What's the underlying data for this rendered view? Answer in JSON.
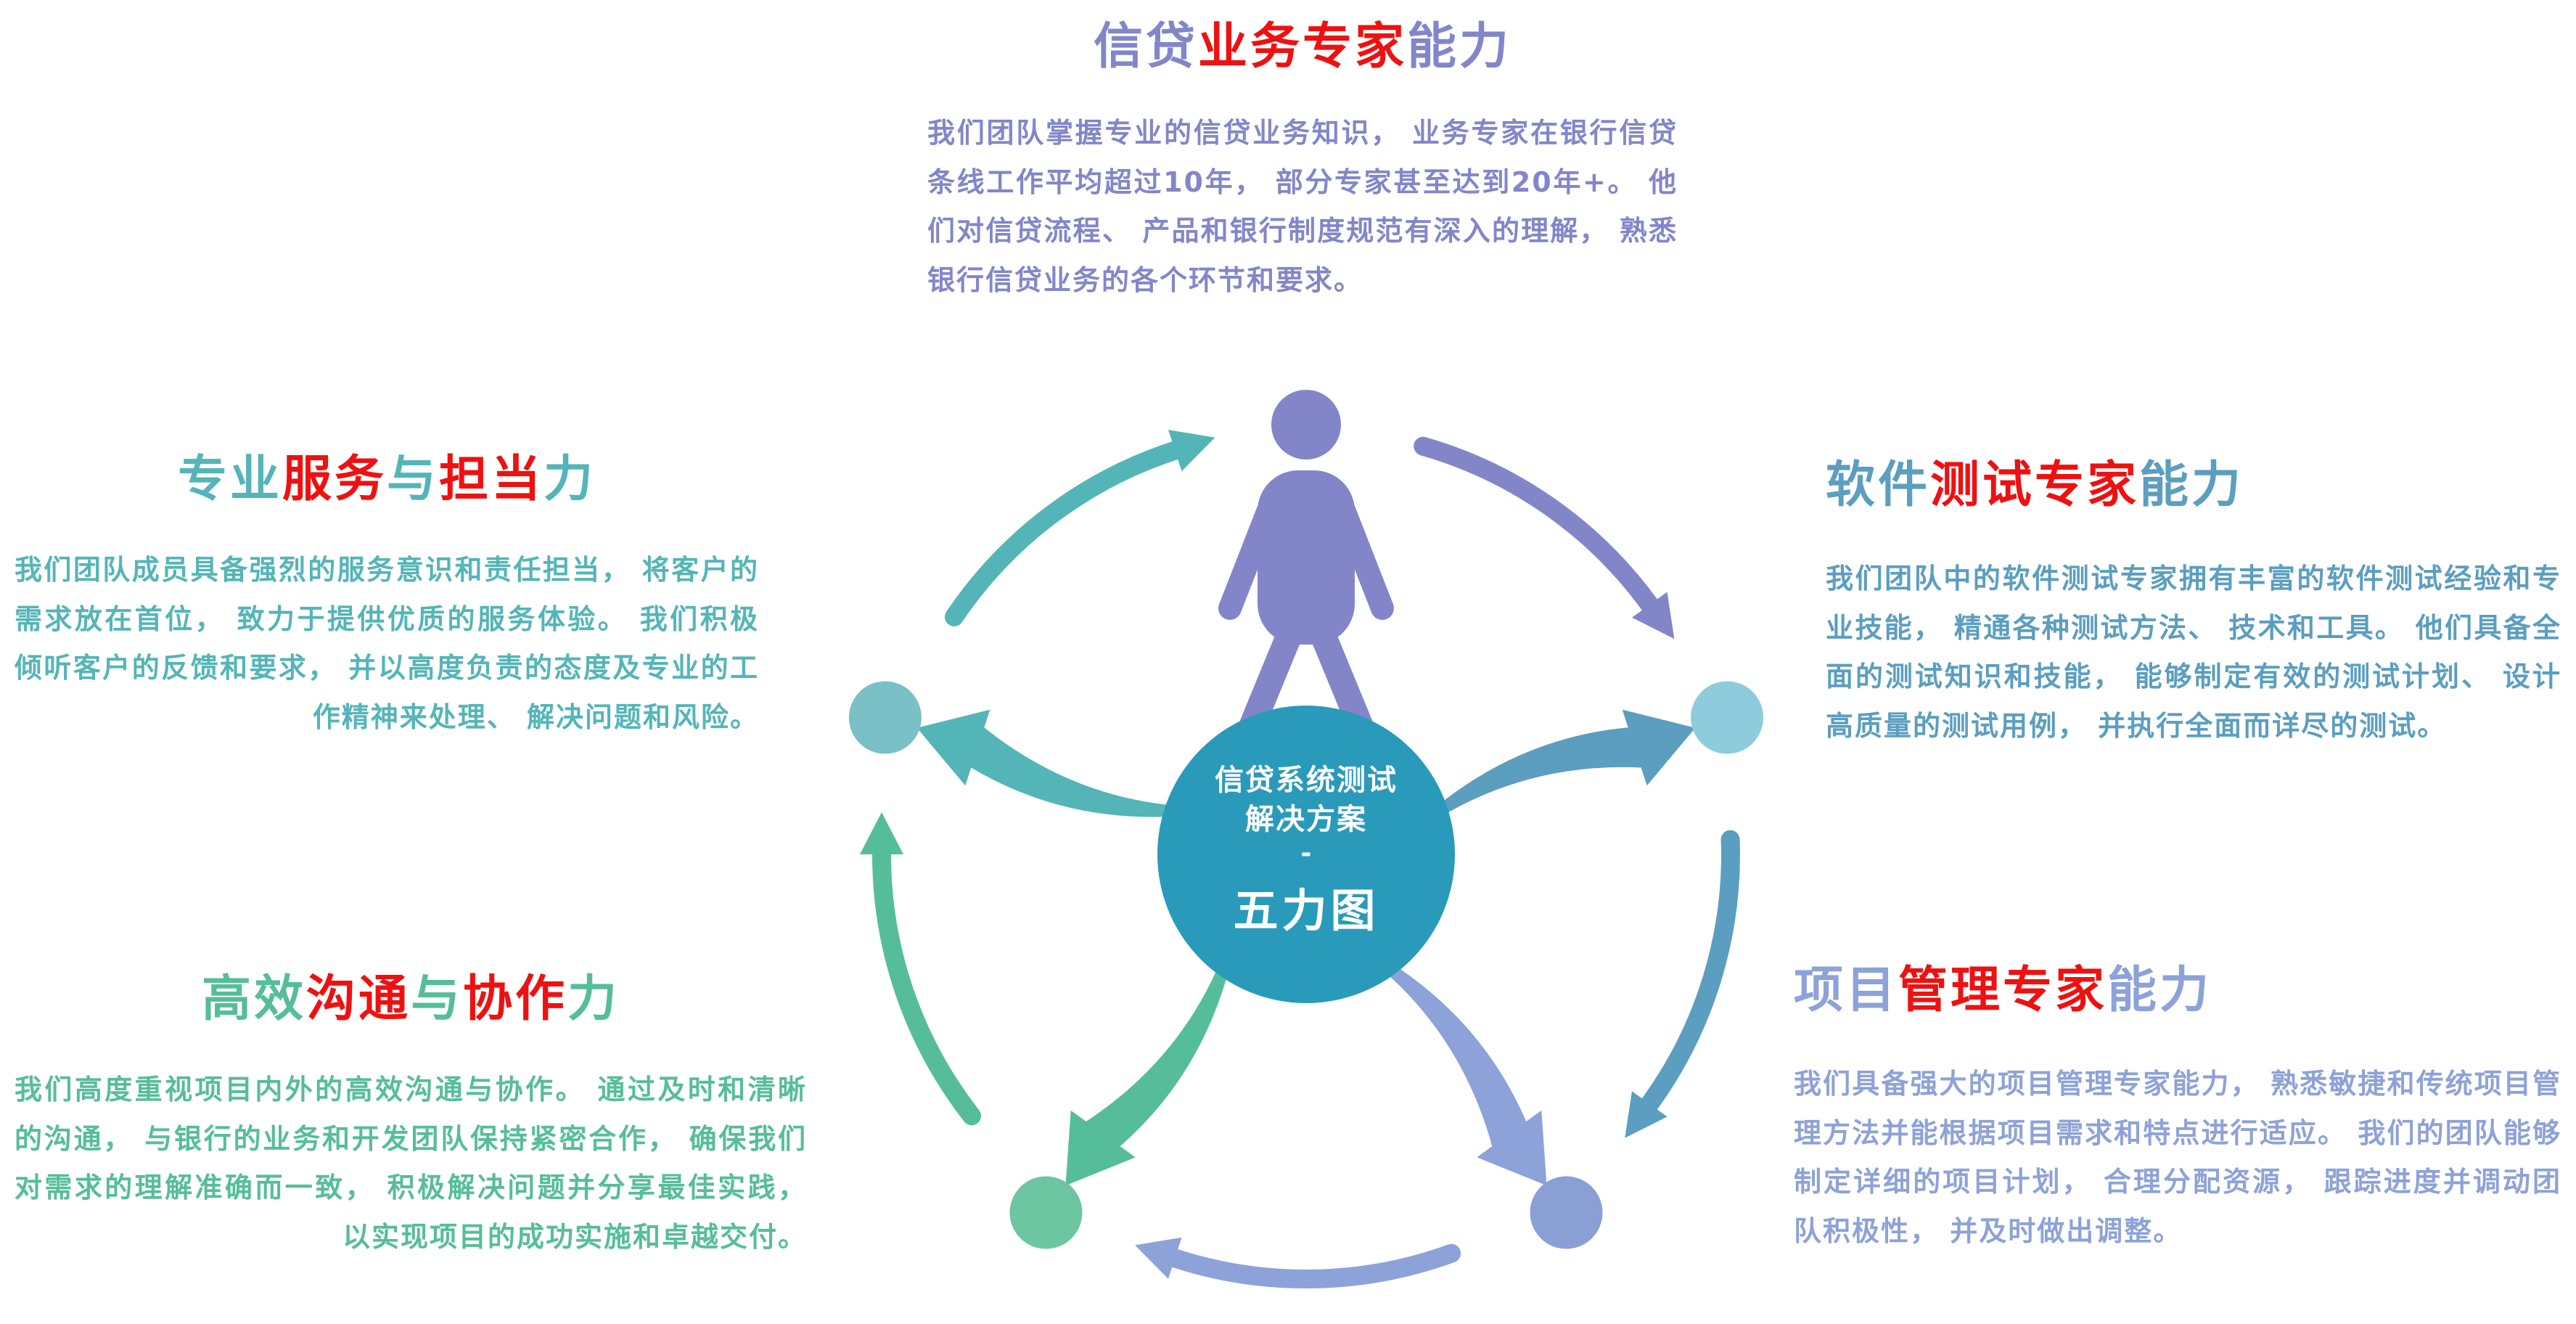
{
  "center": {
    "line1": "信贷系统测试",
    "line2": "解决方案",
    "dash": "-",
    "title": "五力图"
  },
  "sections": {
    "top": {
      "heading": {
        "p1": "信贷",
        "p2": "业务专家",
        "p3": "能力"
      },
      "body": "我们团队掌握专业的信贷业务知识， 业务专家在银行信贷条线工作平均超过10年， 部分专家甚至达到20年+。 他们对信贷流程、 产品和银行制度规范有深入的理解， 熟悉银行信贷业务的各个环节和要求。"
    },
    "left_top": {
      "heading": {
        "p1": "专业",
        "p2": "服务",
        "p3": "与",
        "p4": "担当",
        "p5": "力"
      },
      "body": "我们团队成员具备强烈的服务意识和责任担当， 将客户的需求放在首位， 致力于提供优质的服务体验。 我们积极倾听客户的反馈和要求， 并以高度负责的态度及专业的工作精神来处理、 解决问题和风险。"
    },
    "right_top": {
      "heading": {
        "p1": "软件",
        "p2": "测试专家",
        "p3": "能力"
      },
      "body": "我们团队中的软件测试专家拥有丰富的软件测试经验和专业技能， 精通各种测试方法、 技术和工具。 他们具备全面的测试知识和技能， 能够制定有效的测试计划、 设计高质量的测试用例， 并执行全面而详尽的测试。"
    },
    "left_bottom": {
      "heading": {
        "p1": "高效",
        "p2": "沟通",
        "p3": "与",
        "p4": "协作",
        "p5": "力"
      },
      "body": "我们高度重视项目内外的高效沟通与协作。 通过及时和清晰的沟通， 与银行的业务和开发团队保持紧密合作， 确保我们对需求的理解准确而一致， 积极解决问题并分享最佳实践， 以实现项目的成功实施和卓越交付。"
    },
    "right_bottom": {
      "heading": {
        "p1": "项目",
        "p2": "管理专家",
        "p3": "能力"
      },
      "body": "我们具备强大的项目管理专家能力， 熟悉敏捷和传统项目管理方法并能根据项目需求和特点进行适应。 我们的团队能够制定详细的项目计划， 合理分配资源， 跟踪进度并调动团队积极性， 并及时做出调整。"
    }
  },
  "colors": {
    "red": "#ee1111",
    "purple": "#8286c9",
    "teal": "#54b5b8",
    "green": "#56bd9b",
    "steel_blue": "#5b9ec0",
    "periwinkle": "#8da2d8",
    "center_circle": "#2a9aba",
    "node_left_upper": "#7ac0c7",
    "node_right_upper": "#8ecbdd",
    "node_right_lower": "#8a9fd4",
    "node_left_lower": "#6cc6a2"
  }
}
